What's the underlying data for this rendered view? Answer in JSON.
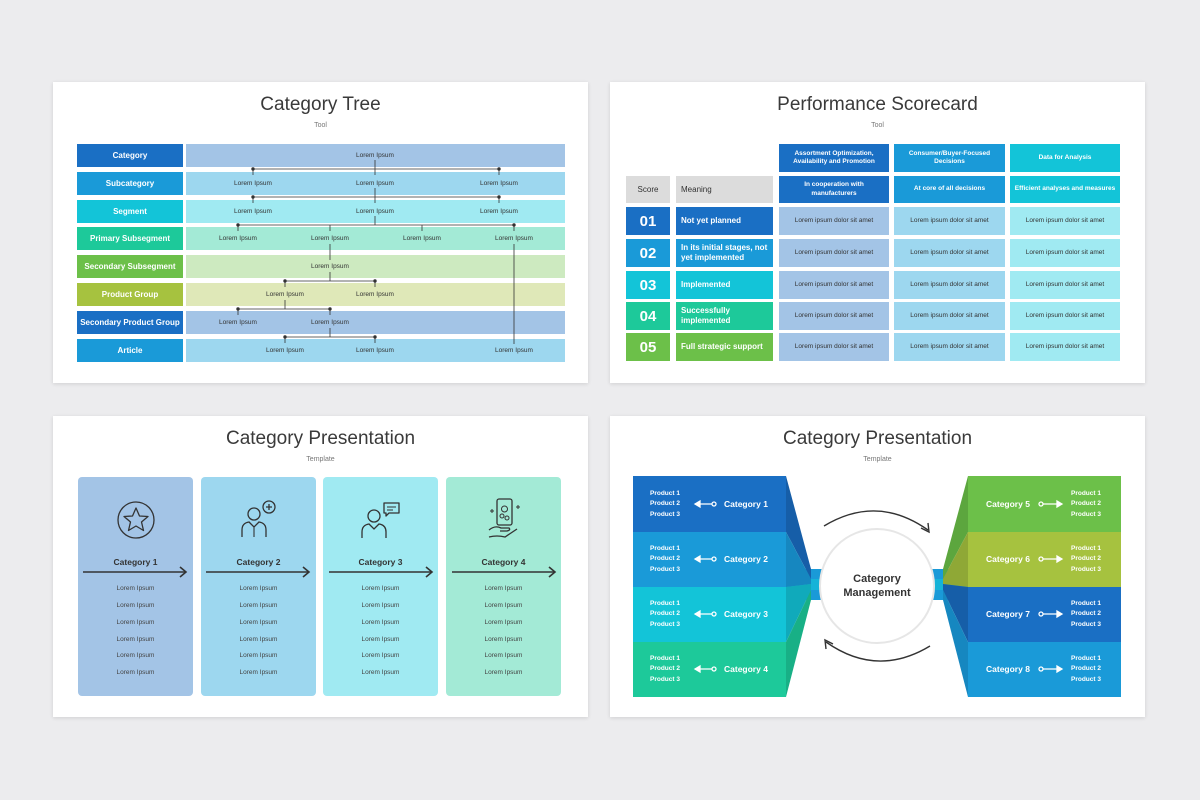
{
  "tree": {
    "title": "Category Tree",
    "subtitle": "Tool",
    "rows": [
      {
        "label": "Category",
        "items": [
          "Lorem Ipsum"
        ]
      },
      {
        "label": "Subcategory",
        "items": [
          "Lorem Ipsum",
          "Lorem Ipsum",
          "Lorem Ipsum"
        ]
      },
      {
        "label": "Segment",
        "items": [
          "Lorem Ipsum",
          "Lorem Ipsum",
          "Lorem Ipsum"
        ]
      },
      {
        "label": "Primary Subsegment",
        "items": [
          "Lorem Ipsum",
          "Lorem Ipsum",
          "Lorem Ipsum",
          "Lorem Ipsum"
        ]
      },
      {
        "label": "Secondary Subsegment",
        "items": [
          "Lorem Ipsum"
        ]
      },
      {
        "label": "Product Group",
        "items": [
          "Lorem Ipsum",
          "Lorem Ipsum"
        ]
      },
      {
        "label": "Secondary Product Group",
        "items": [
          "Lorem Ipsum",
          "Lorem Ipsum"
        ]
      },
      {
        "label": "Article",
        "items": [
          "Lorem Ipsum",
          "Lorem Ipsum",
          "Lorem Ipsum"
        ]
      }
    ]
  },
  "scorecard": {
    "title": "Performance Scorecard",
    "subtitle": "Tool",
    "score_header": "Score",
    "meaning_header": "Meaning",
    "columns": [
      {
        "title": "Assortment Optimization, Availability and Promotion",
        "sub": "In cooperation with manufacturers"
      },
      {
        "title": "Consumer/Buyer-Focused Decisions",
        "sub": "At core of all decisions"
      },
      {
        "title": "Data for Analysis",
        "sub": "Efficient analyses and measures"
      }
    ],
    "rows": [
      {
        "score": "01",
        "meaning": "Not yet planned"
      },
      {
        "score": "02",
        "meaning": "In its initial stages, not yet implemented"
      },
      {
        "score": "03",
        "meaning": "Implemented"
      },
      {
        "score": "04",
        "meaning": "Successfully implemented"
      },
      {
        "score": "05",
        "meaning": "Full strategic support"
      }
    ],
    "cell_text": "Lorem ipsum dolor sit amet"
  },
  "presentation1": {
    "title": "Category Presentation",
    "subtitle": "Template",
    "columns": [
      {
        "label": "Category 1",
        "icon": "star-badge-icon",
        "items": [
          "Lorem Ipsum",
          "Lorem Ipsum",
          "Lorem Ipsum",
          "Lorem Ipsum",
          "Lorem Ipsum",
          "Lorem Ipsum"
        ]
      },
      {
        "label": "Category 2",
        "icon": "person-add-icon",
        "items": [
          "Lorem Ipsum",
          "Lorem Ipsum",
          "Lorem Ipsum",
          "Lorem Ipsum",
          "Lorem Ipsum",
          "Lorem Ipsum"
        ]
      },
      {
        "label": "Category 3",
        "icon": "person-chat-icon",
        "items": [
          "Lorem Ipsum",
          "Lorem Ipsum",
          "Lorem Ipsum",
          "Lorem Ipsum",
          "Lorem Ipsum",
          "Lorem Ipsum"
        ]
      },
      {
        "label": "Category 4",
        "icon": "mobile-money-icon",
        "items": [
          "Lorem Ipsum",
          "Lorem Ipsum",
          "Lorem Ipsum",
          "Lorem Ipsum",
          "Lorem Ipsum",
          "Lorem Ipsum"
        ]
      }
    ]
  },
  "presentation2": {
    "title": "Category Presentation",
    "subtitle": "Template",
    "center_label": "Category Management",
    "left": [
      {
        "label": "Category 1",
        "products": [
          "Product 1",
          "Product 2",
          "Product 3"
        ]
      },
      {
        "label": "Category 2",
        "products": [
          "Product 1",
          "Product 2",
          "Product 3"
        ]
      },
      {
        "label": "Category 3",
        "products": [
          "Product 1",
          "Product 2",
          "Product 3"
        ]
      },
      {
        "label": "Category 4",
        "products": [
          "Product 1",
          "Product 2",
          "Product 3"
        ]
      }
    ],
    "right": [
      {
        "label": "Category 5",
        "products": [
          "Product 1",
          "Product 2",
          "Product 3"
        ]
      },
      {
        "label": "Category 6",
        "products": [
          "Product 1",
          "Product 2",
          "Product 3"
        ]
      },
      {
        "label": "Category 7",
        "products": [
          "Product 1",
          "Product 2",
          "Product 3"
        ]
      },
      {
        "label": "Category 8",
        "products": [
          "Product 1",
          "Product 2",
          "Product 3"
        ]
      }
    ]
  },
  "colors": {
    "dark_blue": "#1a6fc4",
    "blue": "#1a9ad8",
    "cyan": "#13c4d8",
    "teal": "#1dc99a",
    "green": "#6cc049",
    "olive": "#a6c23f"
  }
}
